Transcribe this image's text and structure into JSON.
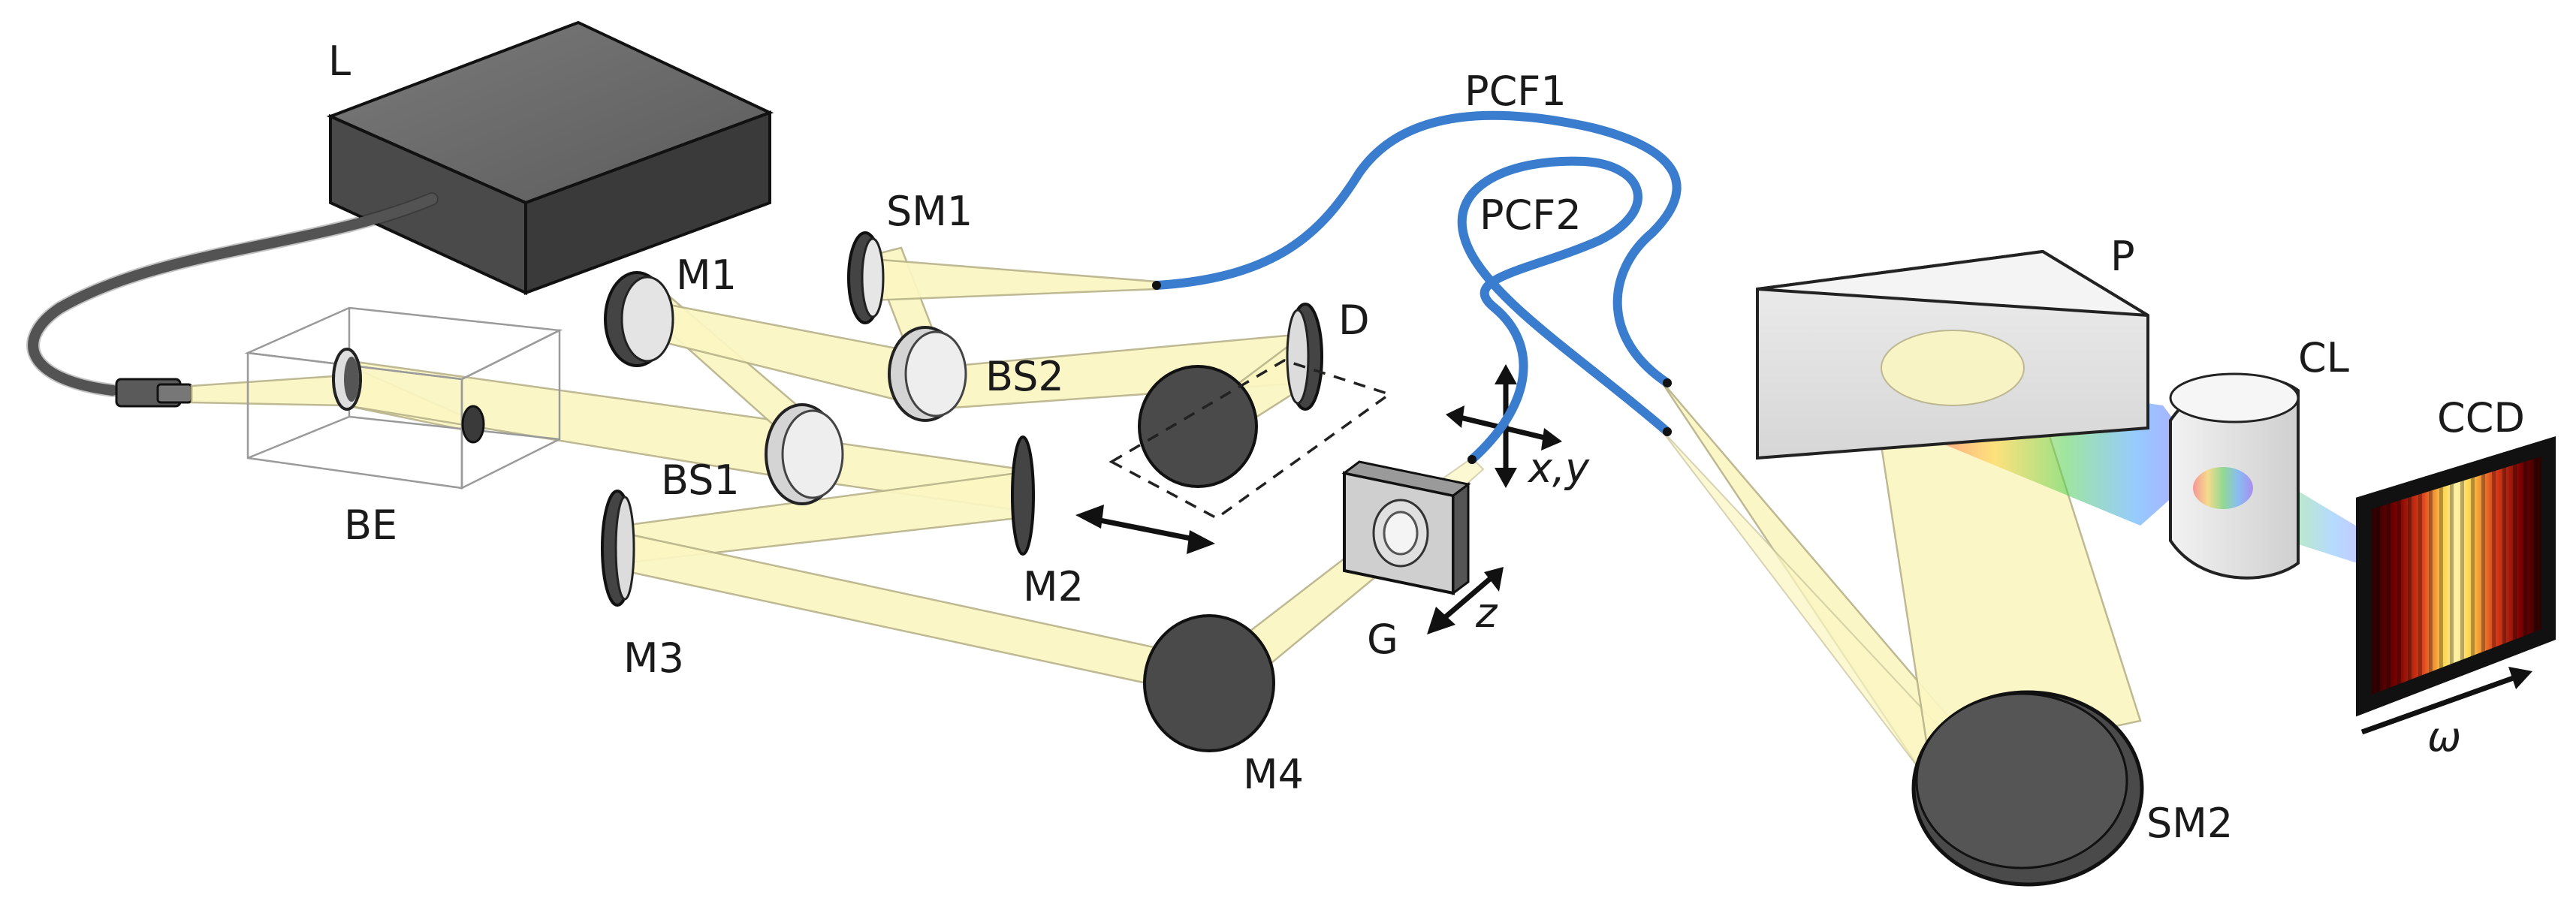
{
  "labels": {
    "laser": "L",
    "beam_expander": "BE",
    "mirror_1": "M1",
    "mirror_2": "M2",
    "mirror_3": "M3",
    "mirror_4": "M4",
    "spherical_mirror_1": "SM1",
    "spherical_mirror_2": "SM2",
    "beam_splitter_1": "BS1",
    "beam_splitter_2": "BS2",
    "delay": "D",
    "fiber_1": "PCF1",
    "fiber_2": "PCF2",
    "stage": "G",
    "axis_xy": "x,y",
    "axis_z": "z",
    "prism": "P",
    "cylindrical_lens": "CL",
    "camera": "CCD",
    "frequency_axis": "ω"
  },
  "colors": {
    "beam": "#fbf6c2",
    "fiber": "#3a7ccd",
    "laser_box": "#5a5a5a",
    "mirror_dark": "#4a4a4a",
    "mirror_light": "#dedede"
  }
}
